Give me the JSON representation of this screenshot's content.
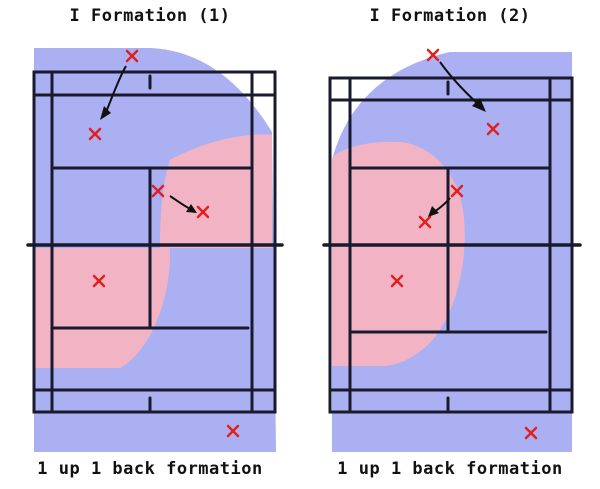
{
  "panels": [
    {
      "title": "I Formation (1)",
      "caption": "1 up 1 back formation",
      "colors": {
        "coverage_blue": "#aab0f2",
        "coverage_red": "#f2b4c4",
        "player_marker": "#e02020",
        "court_line": "#1a1a2e"
      }
    },
    {
      "title": "I Formation (2)",
      "caption": "1 up 1 back formation",
      "colors": {
        "coverage_blue": "#aab0f2",
        "coverage_red": "#f2b4c4",
        "player_marker": "#e02020",
        "court_line": "#1a1a2e"
      }
    }
  ]
}
